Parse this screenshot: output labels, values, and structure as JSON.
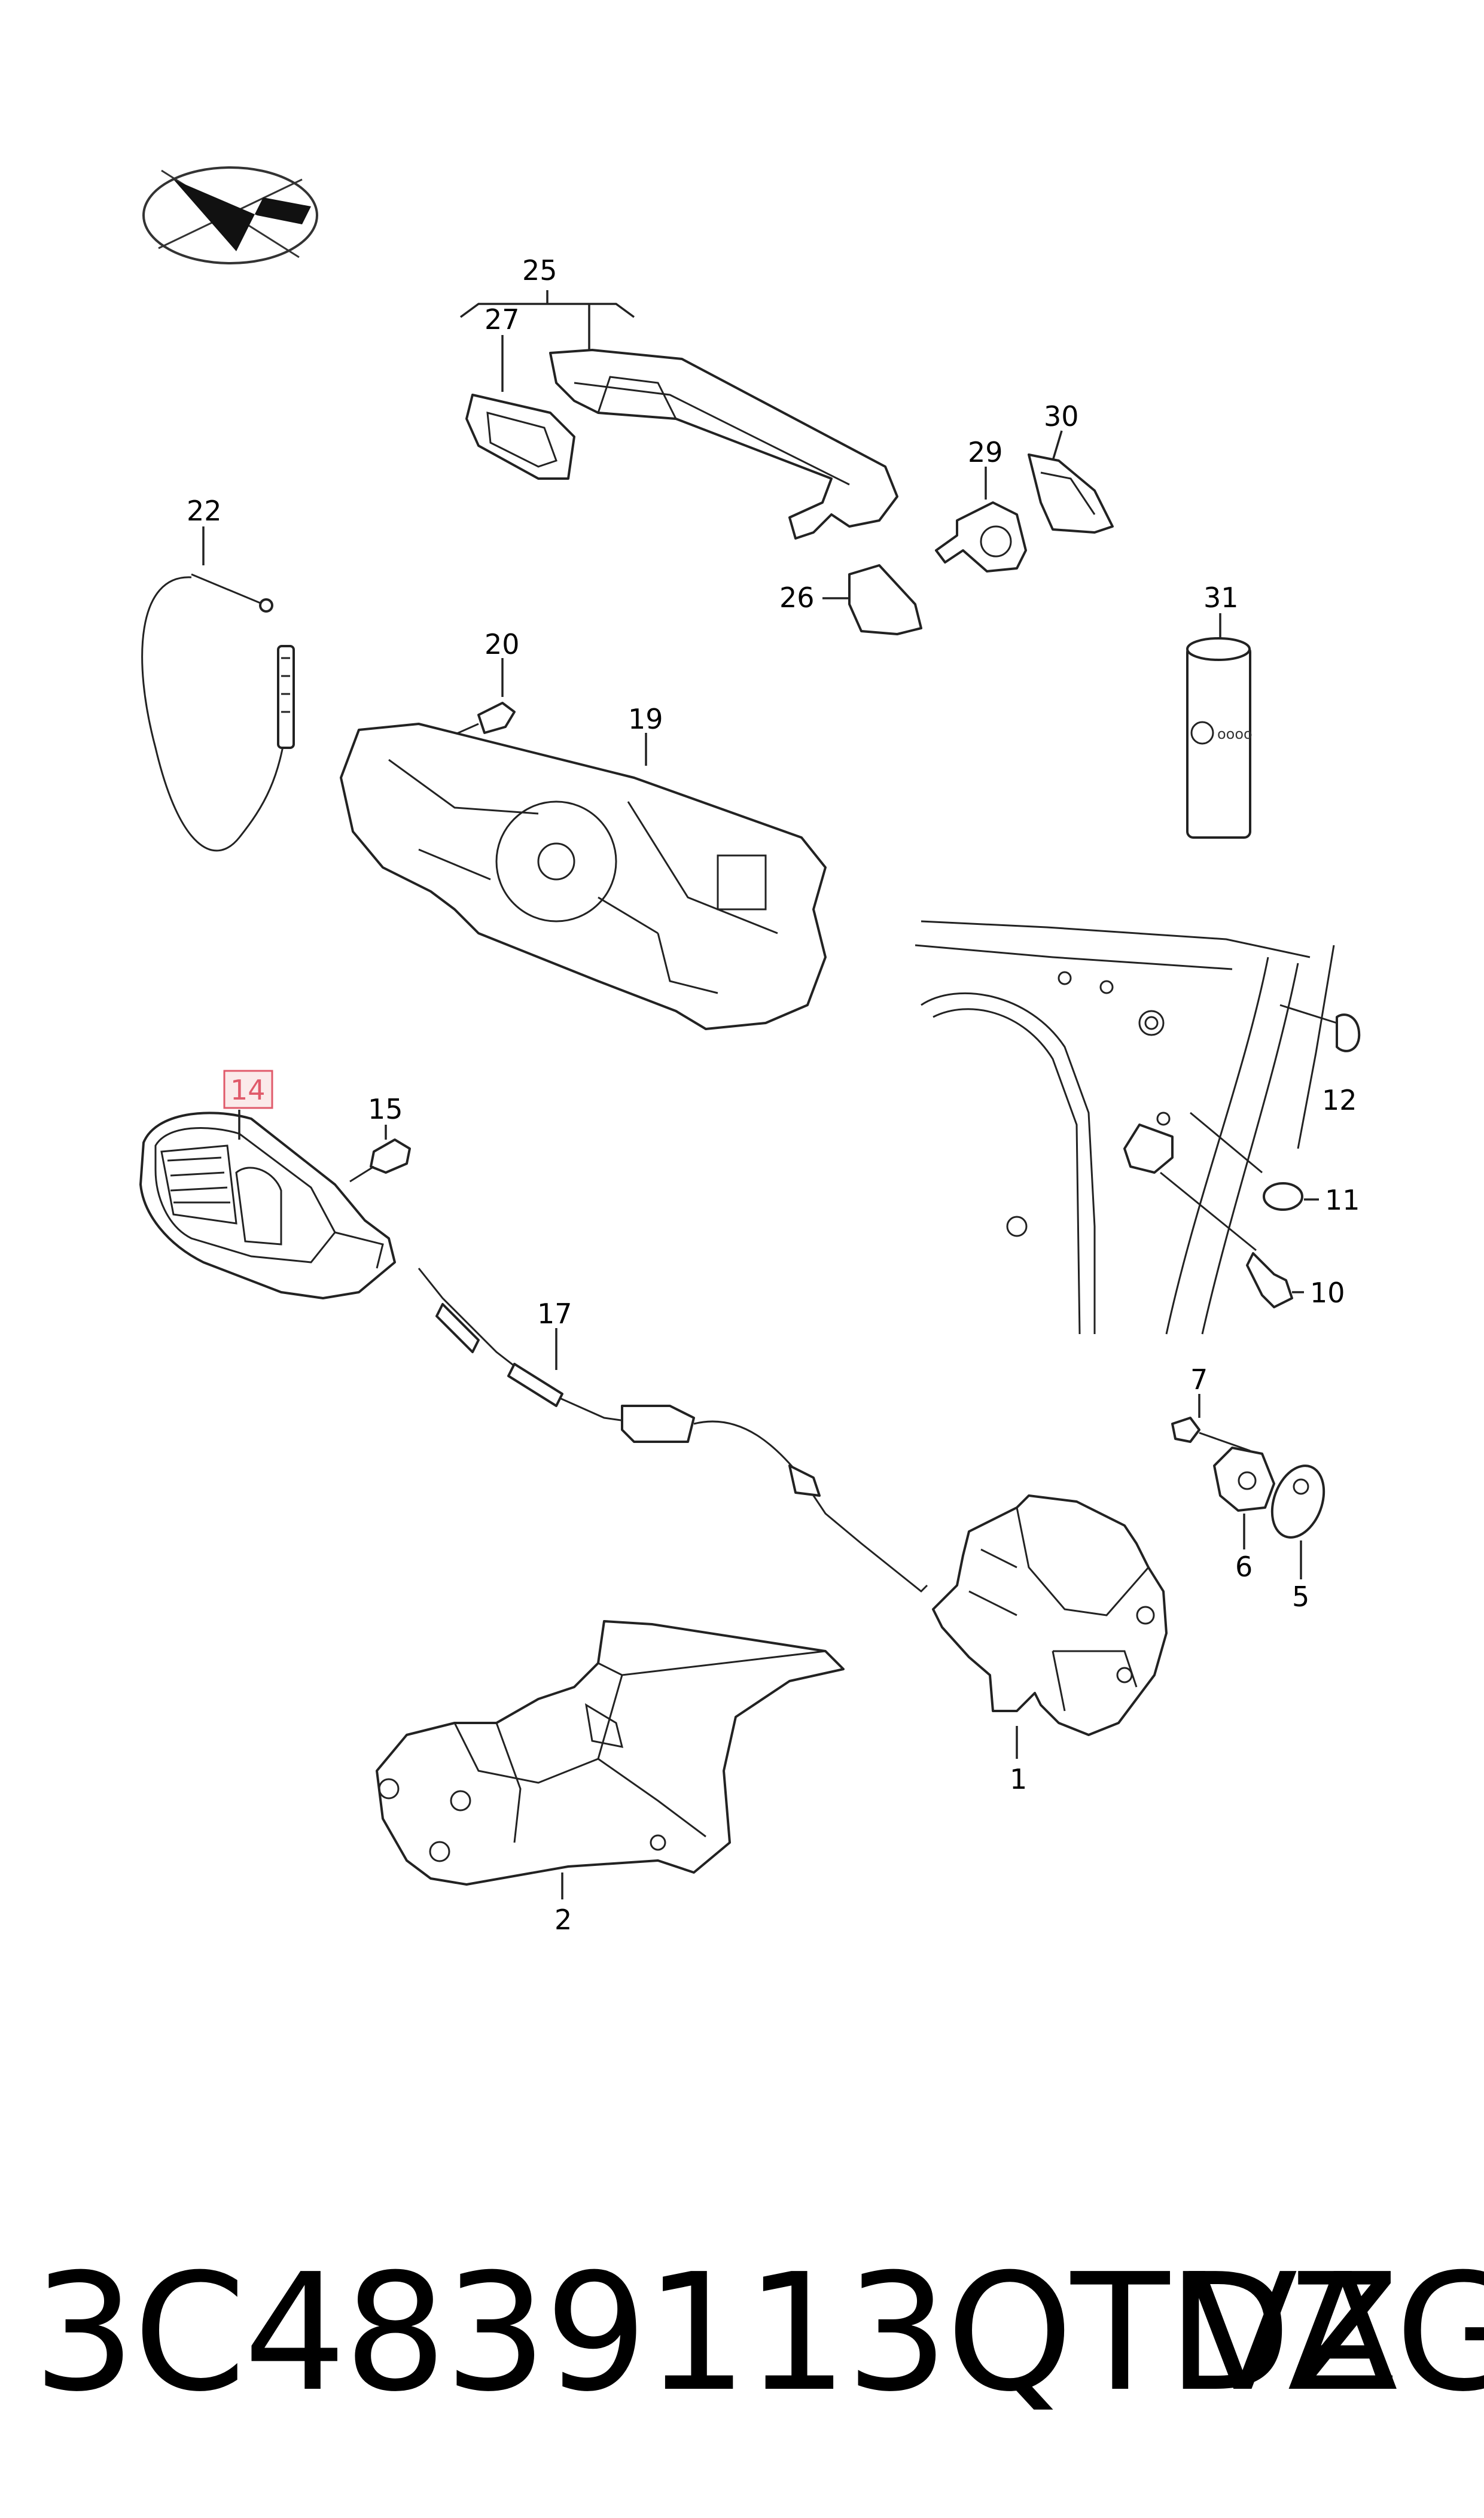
{
  "callouts": {
    "c25": "25",
    "c27": "27",
    "c22": "22",
    "c30": "30",
    "c29": "29",
    "c26": "26",
    "c31": "31",
    "c20": "20",
    "c19": "19",
    "c14": "14",
    "c15": "15",
    "c12": "12",
    "c11": "11",
    "c10": "10",
    "c17": "17",
    "c7": "7",
    "c6": "6",
    "c5": "5",
    "c1": "1",
    "c2": "2"
  },
  "highlight": {
    "callout": "14",
    "color": "#e05a6a"
  },
  "footer": {
    "part_number": "3C4839113QTDZ",
    "brand": "VAG"
  }
}
